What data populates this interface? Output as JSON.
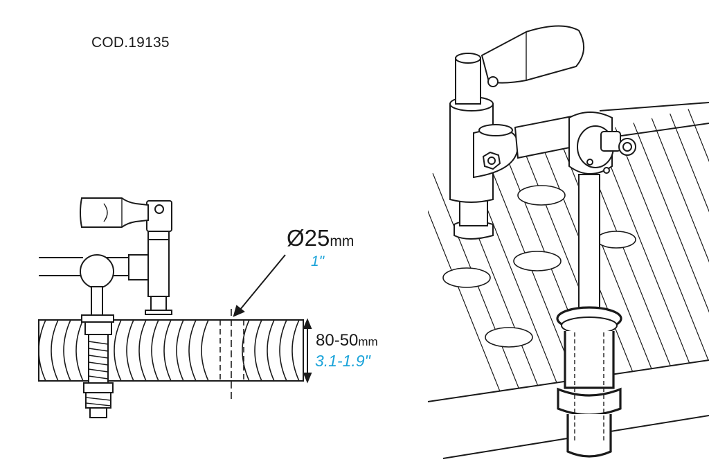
{
  "product_code": "COD.19135",
  "dimensions": {
    "diameter": {
      "symbol_value": "Ø25",
      "unit": "mm",
      "imperial": "1\""
    },
    "thickness": {
      "value": "80-50",
      "unit": "mm",
      "imperial": "3.1-1.9\""
    }
  },
  "colors": {
    "line": "#1a1a1a",
    "imperial_text": "#1aa3d9"
  }
}
